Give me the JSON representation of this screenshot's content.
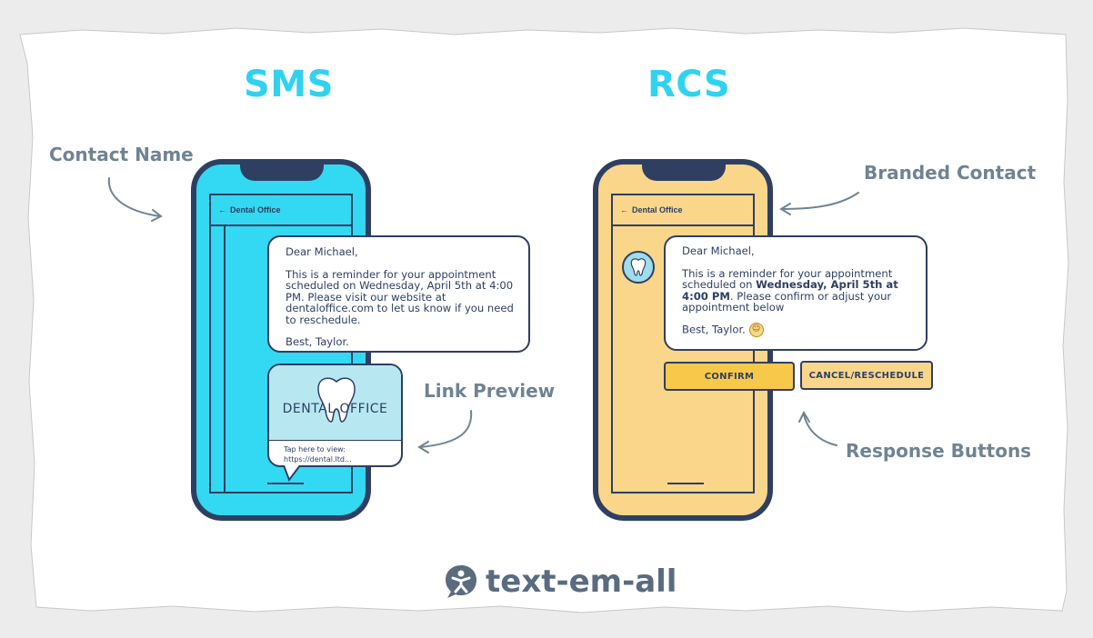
{
  "headings": {
    "sms": "SMS",
    "rcs": "RCS"
  },
  "annotations": {
    "contact_name": "Contact Name",
    "link_preview": "Link Preview",
    "branded_contact": "Branded Contact",
    "response_buttons": "Response Buttons"
  },
  "sms_phone": {
    "contact": "Dental Office",
    "message": {
      "greeting": "Dear Michael,",
      "body": "This is a reminder for your appointment scheduled on Wednesday, April 5th at 4:00 PM. Please visit our website at dentaloffice.com to let us know if you need to reschedule.",
      "signoff": "Best, Taylor."
    },
    "link_preview": {
      "title": "DENTAL OFFICE",
      "line1": "Tap here to view:",
      "line2": "https://dental.ltd..."
    }
  },
  "rcs_phone": {
    "contact": "Dental Office",
    "message": {
      "greeting": "Dear Michael,",
      "body_pre": "This is a reminder for your appointment scheduled on ",
      "body_bold": "Wednesday, April 5th at 4:00 PM",
      "body_post": ". Please confirm or adjust your appointment below",
      "signoff": "Best, Taylor."
    },
    "buttons": {
      "confirm": "CONFIRM",
      "reschedule": "CANCEL/RESCHEDULE"
    }
  },
  "brand": {
    "name": "text-em-all"
  },
  "colors": {
    "sms_screen": "#33d9f2",
    "rcs_screen": "#f9d68a",
    "outline": "#2e3f62",
    "heading": "#2fd3f0",
    "annotation": "#6f8393",
    "confirm_button": "#f8c84a"
  }
}
